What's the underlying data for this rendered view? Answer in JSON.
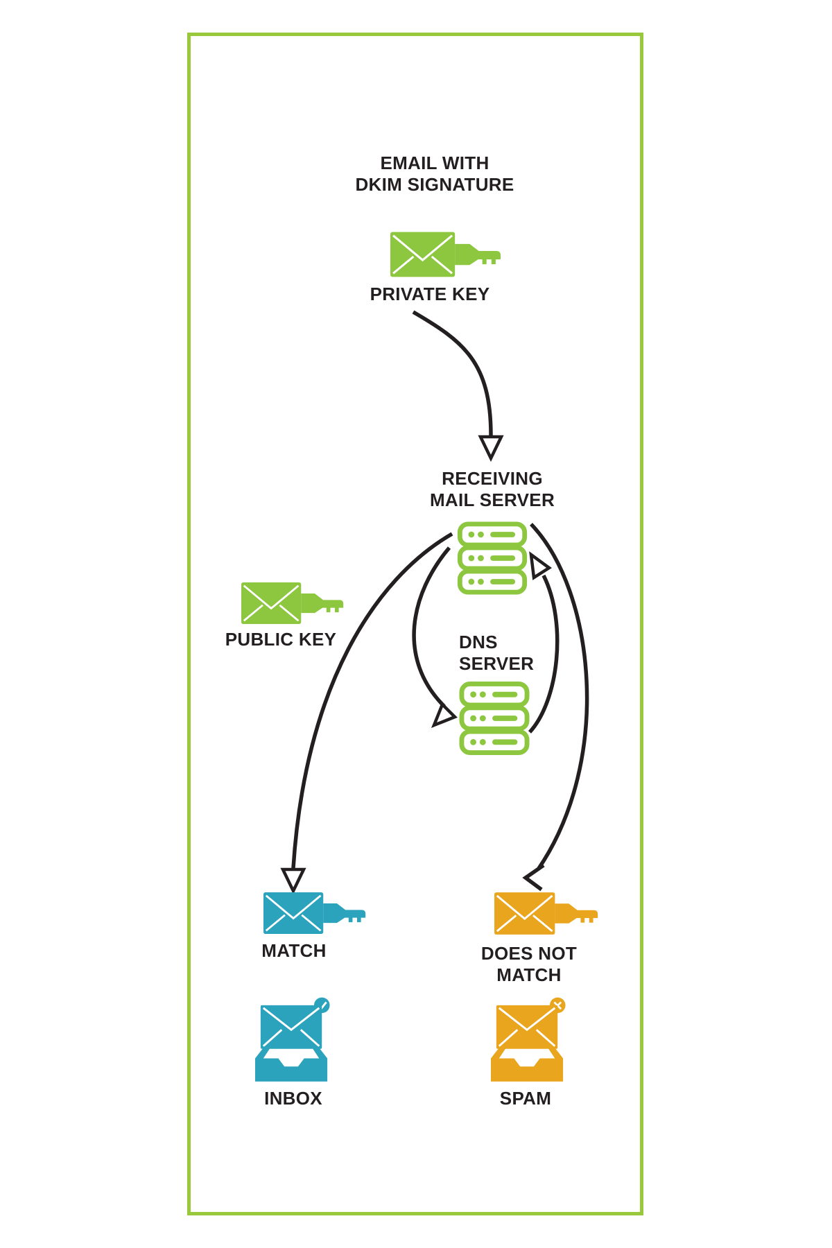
{
  "title": "DKIM signature verification flow",
  "colors": {
    "green": "#8DC63F",
    "frame": "#97C93B",
    "teal": "#2BA3BC",
    "orange": "#EAA51E",
    "ink": "#231F20",
    "arrow": "#231F20"
  },
  "labels": {
    "email_line1": "EMAIL WITH",
    "email_line2": "DKIM SIGNATURE",
    "private_key": "PRIVATE KEY",
    "receiving_line1": "RECEIVING",
    "receiving_line2": "MAIL SERVER",
    "public_key": "PUBLIC KEY",
    "dns_line1": "DNS",
    "dns_line2": "SERVER",
    "match": "MATCH",
    "does_not_match_line1": "DOES NOT",
    "does_not_match_line2": "MATCH",
    "inbox": "INBOX",
    "spam": "SPAM"
  },
  "icons": {
    "private_key": "envelope-key-icon",
    "public_key": "envelope-key-icon",
    "receiving_mail_server": "server-stack-icon",
    "dns_server": "server-stack-icon",
    "match": "envelope-key-icon",
    "does_not_match": "envelope-key-icon",
    "inbox": "inbox-tray-check-icon",
    "spam": "inbox-tray-cross-icon"
  },
  "flows": [
    "private-key-to-receiving-mail-server",
    "receiving-mail-server-to-dns-server",
    "dns-server-to-receiving-mail-server",
    "receiving-mail-server-to-match",
    "receiving-mail-server-to-does-not-match"
  ]
}
